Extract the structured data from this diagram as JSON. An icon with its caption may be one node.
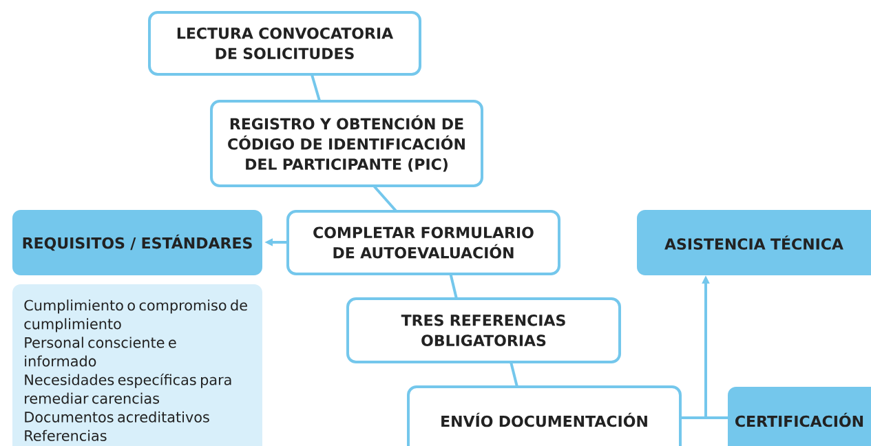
{
  "diagram": {
    "nodes": [
      {
        "text": [
          "LECTURA CONVOCATORIA DE SOLICITUDES"
        ]
      },
      {
        "text": [
          "REGISTRO Y OBTENCIÓN DE CÓDIGO DE IDENTIFICACIÓN DEL PARTICIPANTE (PIC)"
        ]
      },
      {
        "text": [
          "REQUISITOS / ESTÁNDARES"
        ]
      },
      {
        "text": [
          "COMPLETAR FORMULARIO DE AUTOEVALUACIÓN"
        ]
      },
      {
        "text": [
          "ASISTENCIA TÉCNICA"
        ]
      },
      {
        "text": [
          "Cumplimiento o compromiso de cumplimiento",
          "Personal consciente e informado",
          "Necesidades específicas para remediar carencias",
          "Documentos acreditativos",
          "Referencias"
        ]
      },
      {
        "text": [
          "TRES REFERENCIAS OBLIGATORIAS"
        ]
      },
      {
        "text": [
          "ENVÍO DOCUMENTACIÓN"
        ]
      },
      {
        "text": [
          "CERTIFICACIÓN"
        ]
      }
    ],
    "edges": [
      {
        "from": 0,
        "to": 1,
        "arrow": "none"
      },
      {
        "from": 1,
        "to": 3,
        "arrow": "none"
      },
      {
        "from": 3,
        "to": 2,
        "arrow": "to"
      },
      {
        "from": 3,
        "to": 6,
        "arrow": "none"
      },
      {
        "from": 6,
        "to": 7,
        "arrow": "none"
      },
      {
        "from": 7,
        "to": 8,
        "arrow": "none"
      },
      {
        "from": 7,
        "to": 4,
        "arrow": "to"
      }
    ]
  }
}
